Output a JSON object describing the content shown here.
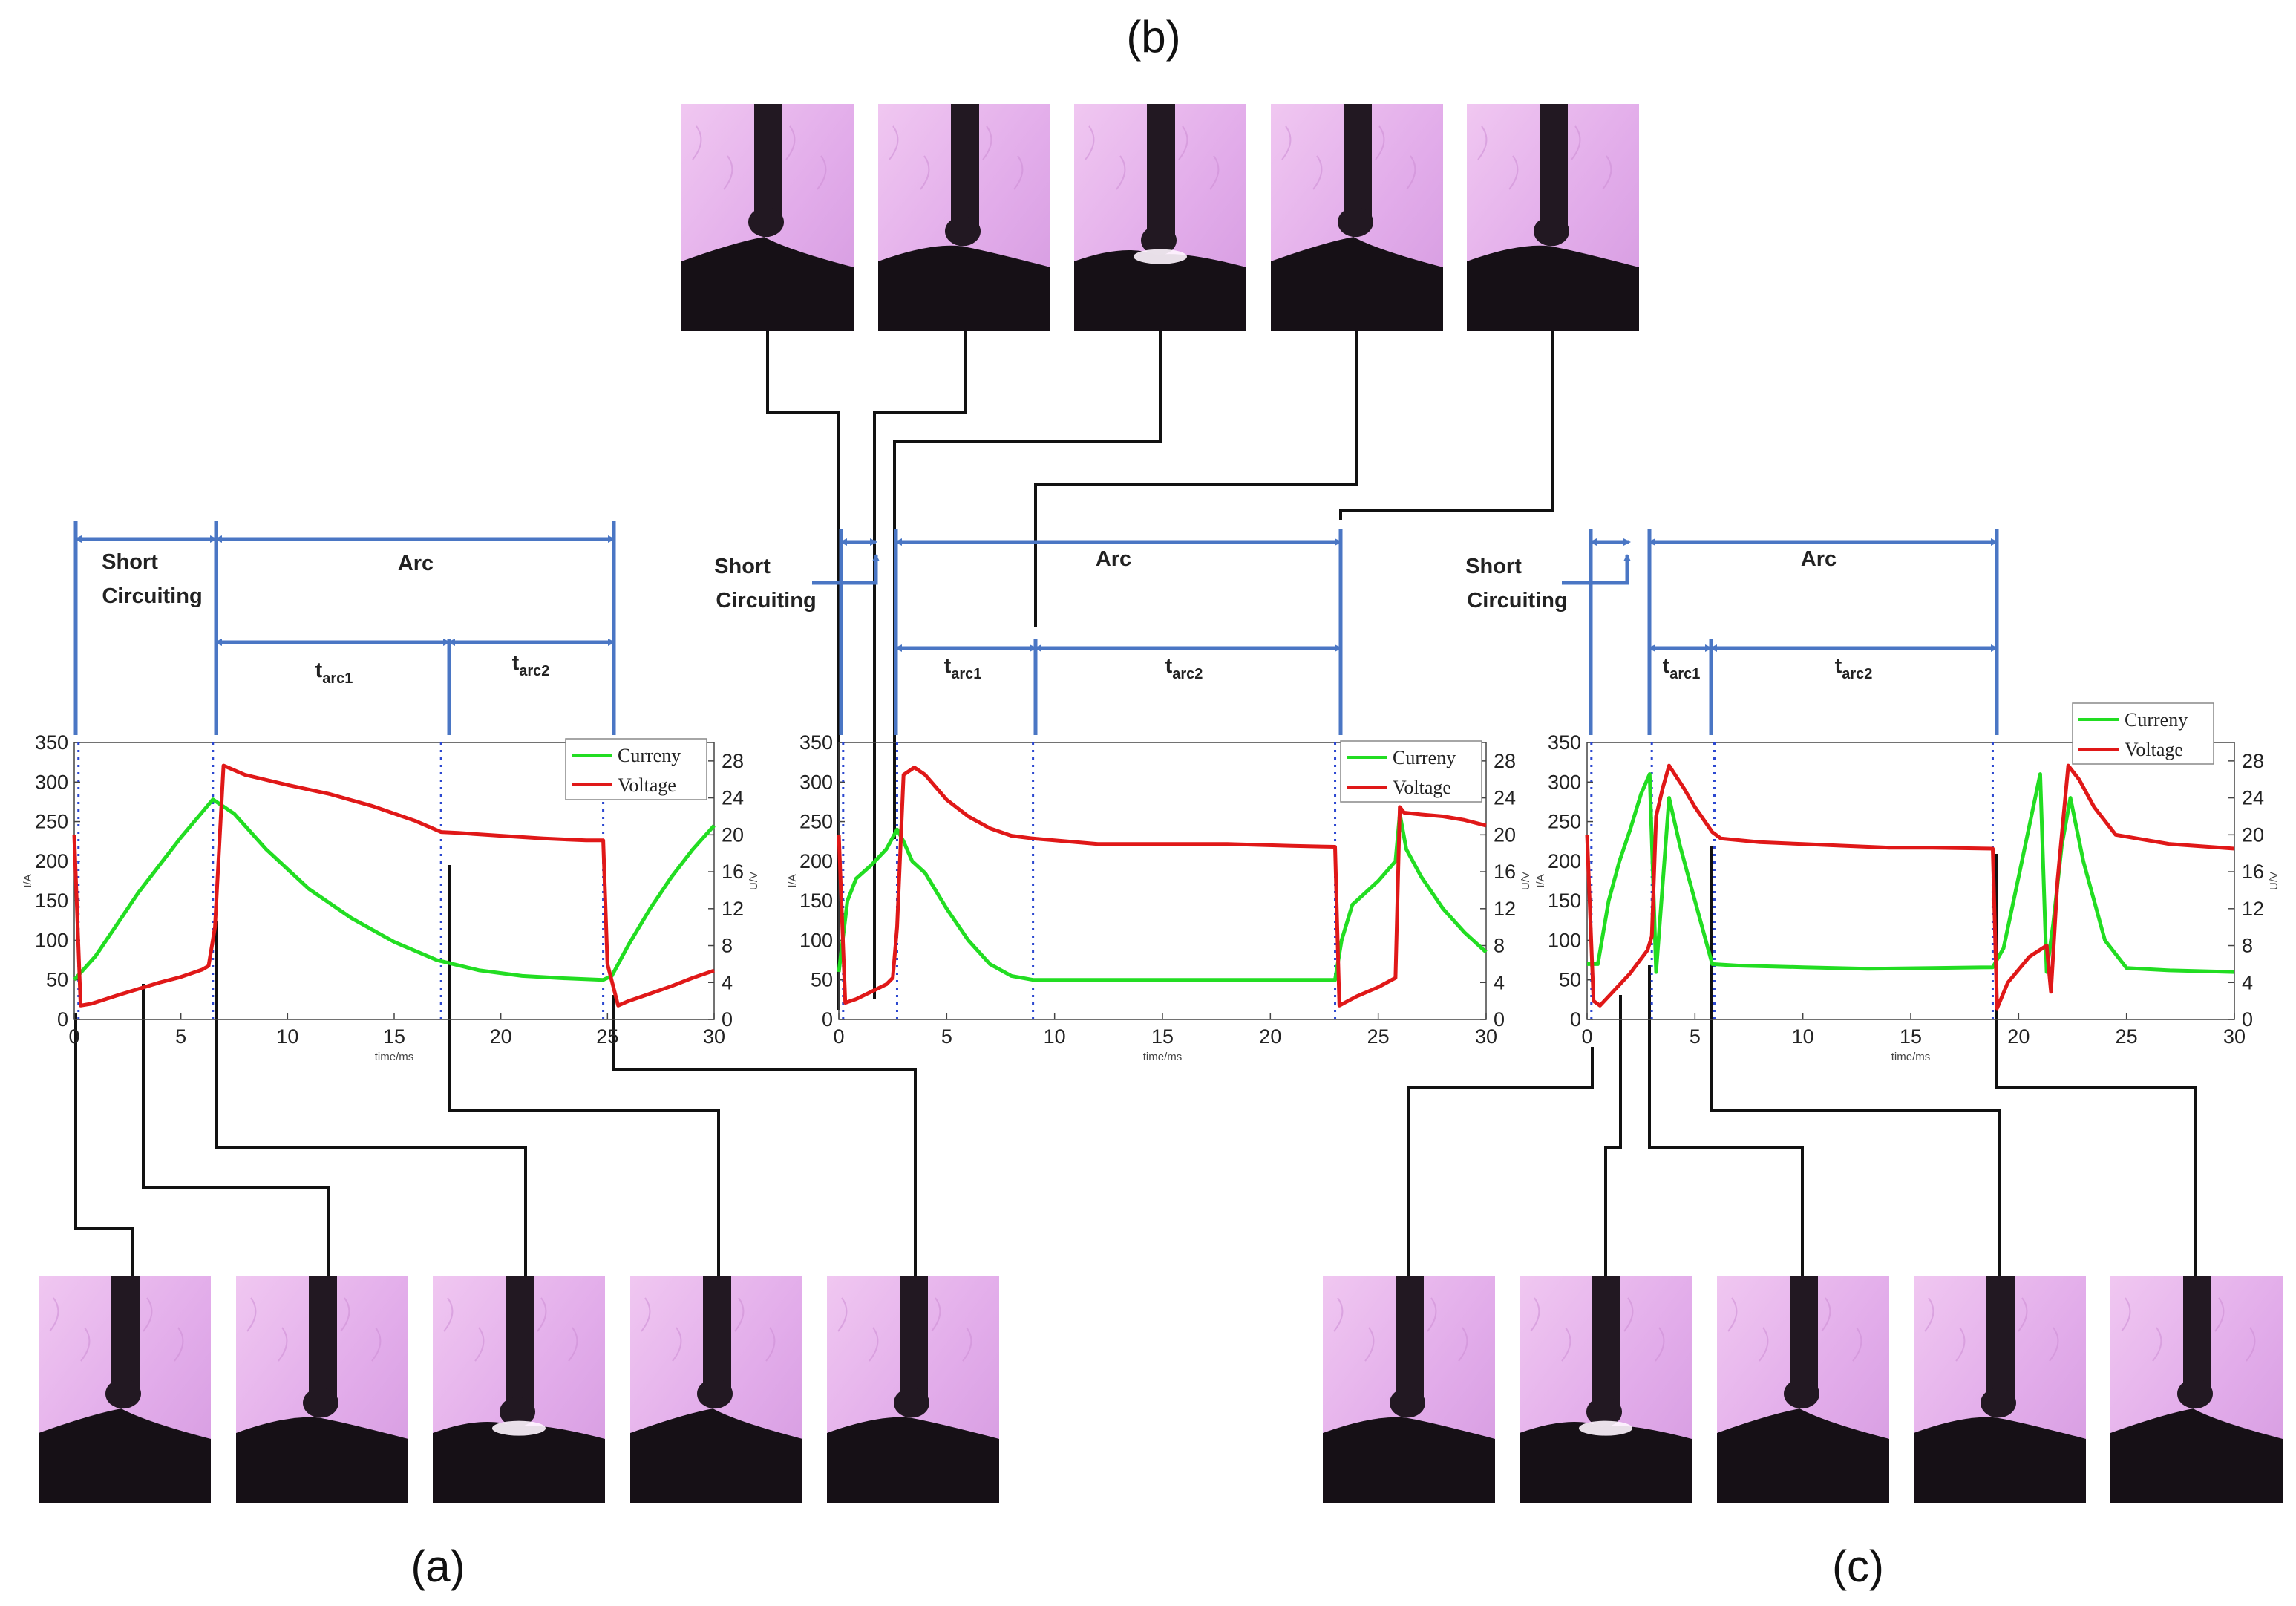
{
  "figure": {
    "panel_labels": [
      "(a)",
      "(b)",
      "(c)"
    ]
  },
  "colors": {
    "current": "#22dd22",
    "voltage": "#e01818",
    "annotation": "#4a76c4",
    "marker": "#2b47d0",
    "leader": "#111111",
    "frame_light": "#e7b8ea",
    "frame_mid": "#cf8fd6",
    "frame_dark": "#221822"
  },
  "phase_labels": {
    "short": [
      "Short",
      "Circuiting"
    ],
    "arc": "Arc",
    "t": "t",
    "arc1_sub": "arc1",
    "arc2_sub": "arc2"
  },
  "axis_text": {
    "xlabel": "time/ms",
    "ylabel_left": "I/A",
    "ylabel_right": "U/V"
  },
  "chart_data": [
    {
      "type": "line",
      "panel": "(a)",
      "xlim": [
        0,
        30
      ],
      "ylim_left": [
        0,
        350
      ],
      "ylim_right": [
        0,
        30
      ],
      "xticks": [
        0,
        5,
        10,
        15,
        20,
        25,
        30
      ],
      "yticks_left": [
        0,
        50,
        100,
        150,
        200,
        250,
        300,
        350
      ],
      "yticks_right": [
        0,
        4,
        8,
        12,
        16,
        20,
        24,
        28
      ],
      "xlabel": "time/ms",
      "ylabel_left": "I/A",
      "ylabel_right": "U/V",
      "legend": [
        "Curreny",
        "Voltage"
      ],
      "legend_placement": "top-right",
      "vertical_markers": [
        0.2,
        6.5,
        17.2,
        24.8
      ],
      "series": [
        {
          "name": "Curreny",
          "axis": "left",
          "x": [
            0,
            1,
            2,
            3,
            4,
            5,
            6,
            6.5,
            7.5,
            9,
            11,
            13,
            15,
            17,
            19,
            21,
            23,
            24.8,
            25.2,
            26,
            27,
            28,
            29,
            30
          ],
          "y": [
            50,
            80,
            120,
            160,
            195,
            230,
            262,
            278,
            260,
            215,
            165,
            128,
            98,
            75,
            62,
            55,
            52,
            50,
            55,
            95,
            140,
            180,
            215,
            245
          ]
        },
        {
          "name": "Voltage",
          "axis": "right",
          "x": [
            0,
            0.3,
            0.8,
            2,
            3,
            4,
            5,
            6,
            6.3,
            6.6,
            7,
            8,
            10,
            12,
            14,
            16,
            17.2,
            18,
            20,
            22,
            24,
            24.8,
            25,
            25.5,
            26,
            27,
            28,
            29,
            30
          ],
          "y": [
            20,
            1.5,
            1.7,
            2.6,
            3.3,
            4,
            4.6,
            5.4,
            5.8,
            10,
            27.5,
            26.5,
            25.4,
            24.4,
            23.1,
            21.5,
            20.3,
            20.2,
            19.9,
            19.6,
            19.4,
            19.4,
            6,
            1.5,
            2,
            2.8,
            3.6,
            4.5,
            5.3
          ]
        }
      ]
    },
    {
      "type": "line",
      "panel": "(b)",
      "xlim": [
        0,
        30
      ],
      "ylim_left": [
        0,
        350
      ],
      "ylim_right": [
        0,
        30
      ],
      "xticks": [
        0,
        5,
        10,
        15,
        20,
        25,
        30
      ],
      "yticks_left": [
        0,
        50,
        100,
        150,
        200,
        250,
        300,
        350
      ],
      "yticks_right": [
        0,
        4,
        8,
        12,
        16,
        20,
        24,
        28
      ],
      "xlabel": "time/ms",
      "ylabel_left": "I/A",
      "ylabel_right": "U/V",
      "legend": [
        "Curreny",
        "Voltage"
      ],
      "legend_placement": "top-right",
      "vertical_markers": [
        0.2,
        2.7,
        9.0,
        23.0
      ],
      "series": [
        {
          "name": "Curreny",
          "axis": "left",
          "x": [
            0,
            0.4,
            0.8,
            1.5,
            2.2,
            2.7,
            3.0,
            3.4,
            4.0,
            5,
            6,
            7,
            8,
            9,
            12,
            15,
            18,
            21,
            23,
            23.3,
            23.8,
            25,
            25.8,
            26,
            26.3,
            27,
            28,
            29,
            30
          ],
          "y": [
            60,
            150,
            178,
            195,
            215,
            240,
            225,
            200,
            185,
            140,
            100,
            70,
            55,
            50,
            50,
            50,
            50,
            50,
            50,
            100,
            145,
            175,
            200,
            260,
            215,
            180,
            140,
            110,
            85
          ]
        },
        {
          "name": "Voltage",
          "axis": "right",
          "x": [
            0,
            0.3,
            0.8,
            1.5,
            2.2,
            2.5,
            2.7,
            3.0,
            3.5,
            4.0,
            5,
            6,
            7,
            8,
            9,
            12,
            15,
            18,
            21,
            23,
            23.2,
            24,
            25,
            25.8,
            26,
            26.2,
            27,
            28,
            29,
            30
          ],
          "y": [
            20,
            1.8,
            2.2,
            3,
            3.8,
            4.5,
            10,
            26.5,
            27.3,
            26.5,
            23.8,
            22,
            20.7,
            19.9,
            19.6,
            19.0,
            19.0,
            19.0,
            18.8,
            18.7,
            1.5,
            2.5,
            3.5,
            4.5,
            23,
            22.4,
            22.2,
            22.0,
            21.6,
            21.0
          ]
        }
      ]
    },
    {
      "type": "line",
      "panel": "(c)",
      "xlim": [
        0,
        30
      ],
      "ylim_left": [
        0,
        350
      ],
      "ylim_right": [
        0,
        30
      ],
      "xticks": [
        0,
        5,
        10,
        15,
        20,
        25,
        30
      ],
      "yticks_left": [
        0,
        50,
        100,
        150,
        200,
        250,
        300,
        350
      ],
      "yticks_right": [
        0,
        4,
        8,
        12,
        16,
        20,
        24,
        28
      ],
      "xlabel": "time/ms",
      "ylabel_left": "I/A",
      "ylabel_right": "U/V",
      "legend": [
        "Curreny",
        "Voltage"
      ],
      "legend_placement": "top-right",
      "vertical_markers": [
        0.2,
        3.0,
        5.9,
        18.8
      ],
      "series": [
        {
          "name": "Curreny",
          "axis": "left",
          "x": [
            0,
            0.5,
            1.0,
            1.5,
            2.0,
            2.5,
            2.9,
            3.2,
            3.8,
            4.3,
            5,
            5.8,
            7,
            10,
            13,
            16,
            18.8,
            19.3,
            20,
            21,
            21.3,
            21.6,
            22,
            22.4,
            23,
            24,
            25,
            27,
            30
          ],
          "y": [
            70,
            70,
            150,
            200,
            240,
            285,
            310,
            60,
            280,
            220,
            150,
            70,
            68,
            66,
            64,
            65,
            66,
            90,
            180,
            310,
            60,
            120,
            220,
            280,
            200,
            100,
            65,
            62,
            60
          ]
        },
        {
          "name": "Voltage",
          "axis": "right",
          "x": [
            0,
            0.3,
            0.6,
            1.2,
            2.0,
            2.8,
            3.0,
            3.2,
            3.5,
            3.8,
            4.5,
            5,
            5.8,
            6.2,
            8,
            10,
            12,
            14,
            16,
            18.8,
            19.0,
            19.5,
            20.5,
            21.3,
            21.5,
            21.8,
            22.3,
            22.8,
            23.5,
            24.5,
            27,
            30
          ],
          "y": [
            20,
            2,
            1.5,
            3,
            5,
            7.5,
            9,
            22,
            25,
            27.5,
            25,
            23,
            20.3,
            19.6,
            19.2,
            19.0,
            18.8,
            18.6,
            18.6,
            18.5,
            1.2,
            4,
            6.8,
            8,
            3,
            15,
            27.5,
            26,
            23,
            20,
            19,
            18.5
          ]
        }
      ]
    }
  ]
}
